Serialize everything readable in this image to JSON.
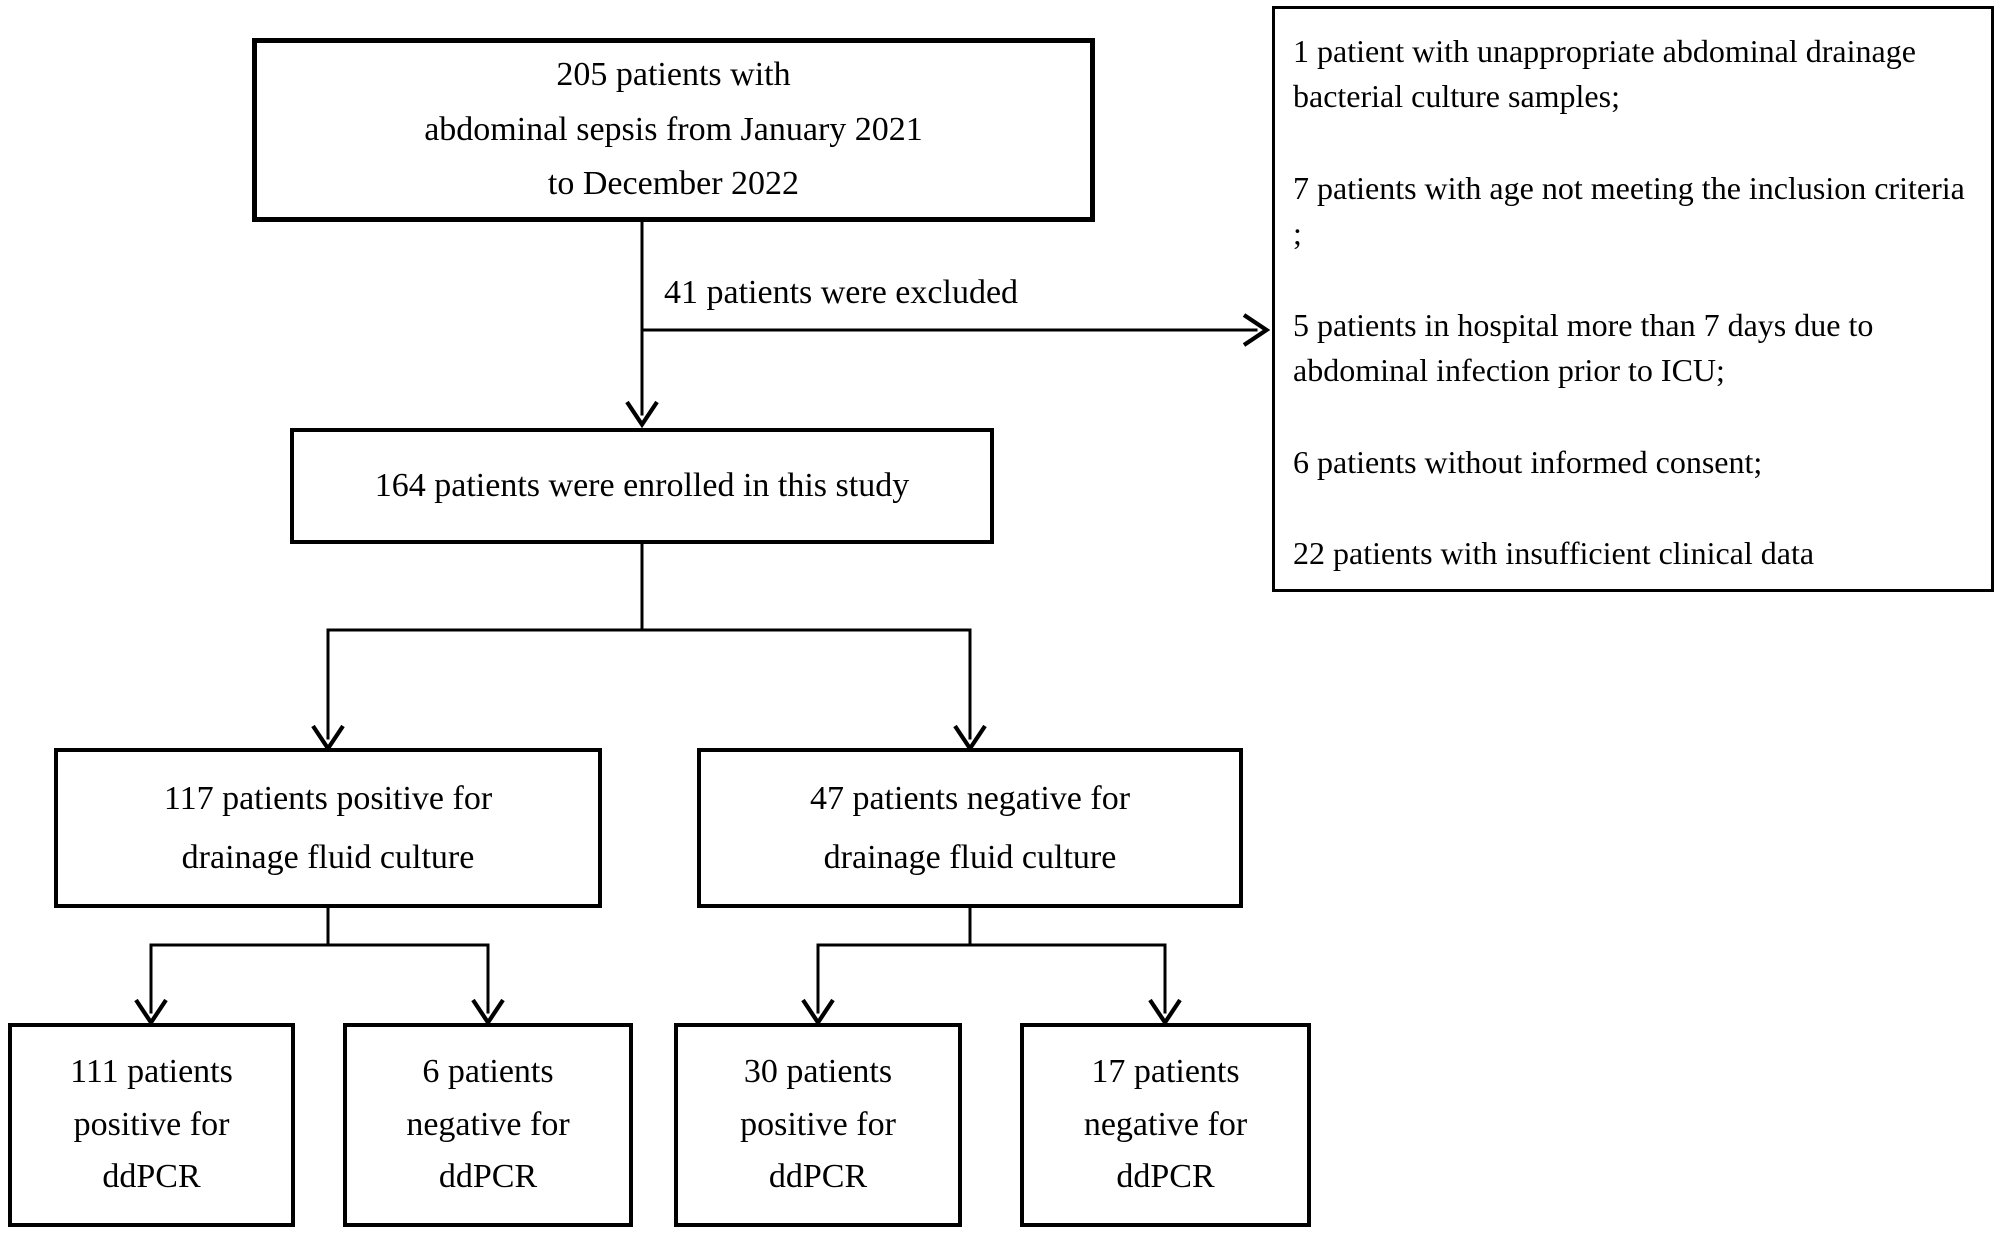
{
  "flow": {
    "top_box": {
      "lines": [
        "205 patients with",
        "abdominal sepsis from January 2021",
        "to December 2022"
      ]
    },
    "excluded_label": "41 patients were excluded",
    "exclusion_box": {
      "items": [
        "1 patient with unappropriate abdominal drainage bacterial culture samples;",
        "7 patients with age not meeting the inclusion criteria ;",
        "5 patients in hospital more than 7 days due to abdominal infection prior to ICU;",
        "6 patients without informed consent;",
        "22 patients with insufficient clinical data"
      ]
    },
    "enrolled_box": {
      "text": "164 patients were enrolled in this study"
    },
    "culture_positive_box": {
      "lines": [
        "117 patients positive for",
        "drainage fluid culture"
      ]
    },
    "culture_negative_box": {
      "lines": [
        "47 patients negative for",
        "drainage fluid culture"
      ]
    },
    "ddpcr_boxes": [
      {
        "lines": [
          "111 patients",
          "positive for",
          "ddPCR"
        ]
      },
      {
        "lines": [
          "6 patients",
          "negative for",
          "ddPCR"
        ]
      },
      {
        "lines": [
          "30 patients",
          "positive for",
          "ddPCR"
        ]
      },
      {
        "lines": [
          "17 patients",
          "negative for",
          "ddPCR"
        ]
      }
    ],
    "colors": {
      "background": "#ffffff",
      "line": "#000000",
      "text": "#000000"
    }
  }
}
